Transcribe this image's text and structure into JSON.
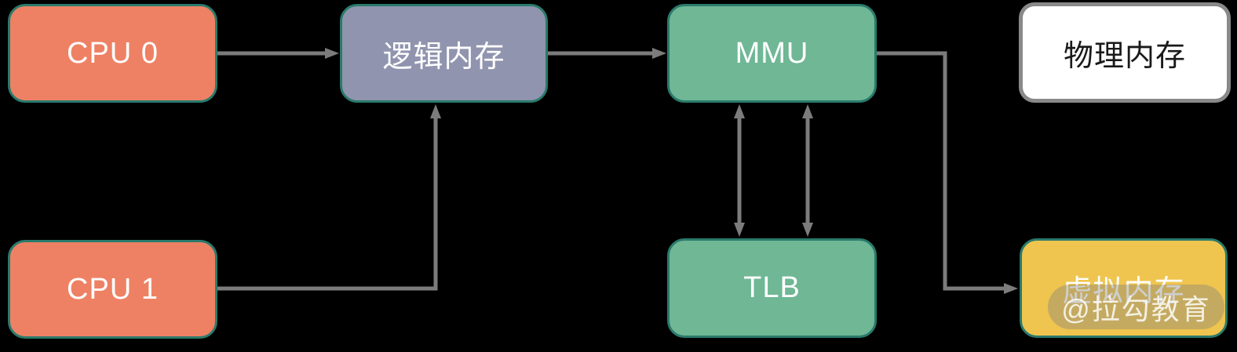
{
  "colors": {
    "background": "#000000",
    "connector": "#7C7C7C",
    "node_border_teal": "#2A7A6C",
    "cpu_fill": "#EE8164",
    "logical_memory_fill": "#9094AE",
    "mmu_tlb_fill": "#6FB795",
    "virtual_memory_fill": "#EFC54F",
    "physical_memory_fill": "#FFFFFF",
    "physical_memory_border": "#898989",
    "label_light": "#FFFFFF",
    "label_dark": "#1A1A1A"
  },
  "nodes": {
    "cpu0": {
      "label": "CPU 0"
    },
    "cpu1": {
      "label": "CPU 1"
    },
    "logical_memory": {
      "label": "逻辑内存"
    },
    "mmu": {
      "label": "MMU"
    },
    "tlb": {
      "label": "TLB"
    },
    "physical_memory": {
      "label": "物理内存"
    },
    "virtual_memory": {
      "label": "虚拟内存"
    }
  },
  "connections": [
    {
      "from": "cpu0",
      "to": "logical_memory",
      "style": "arrow"
    },
    {
      "from": "cpu1",
      "to": "logical_memory",
      "style": "elbow-arrow"
    },
    {
      "from": "logical_memory",
      "to": "mmu",
      "style": "arrow"
    },
    {
      "from": "mmu",
      "to": "tlb",
      "style": "double-arrow"
    },
    {
      "from": "mmu",
      "to": "tlb",
      "style": "double-arrow"
    },
    {
      "from": "mmu",
      "to": "virtual_memory",
      "style": "elbow-arrow"
    }
  ],
  "watermark": {
    "label": "@拉勾教育"
  }
}
